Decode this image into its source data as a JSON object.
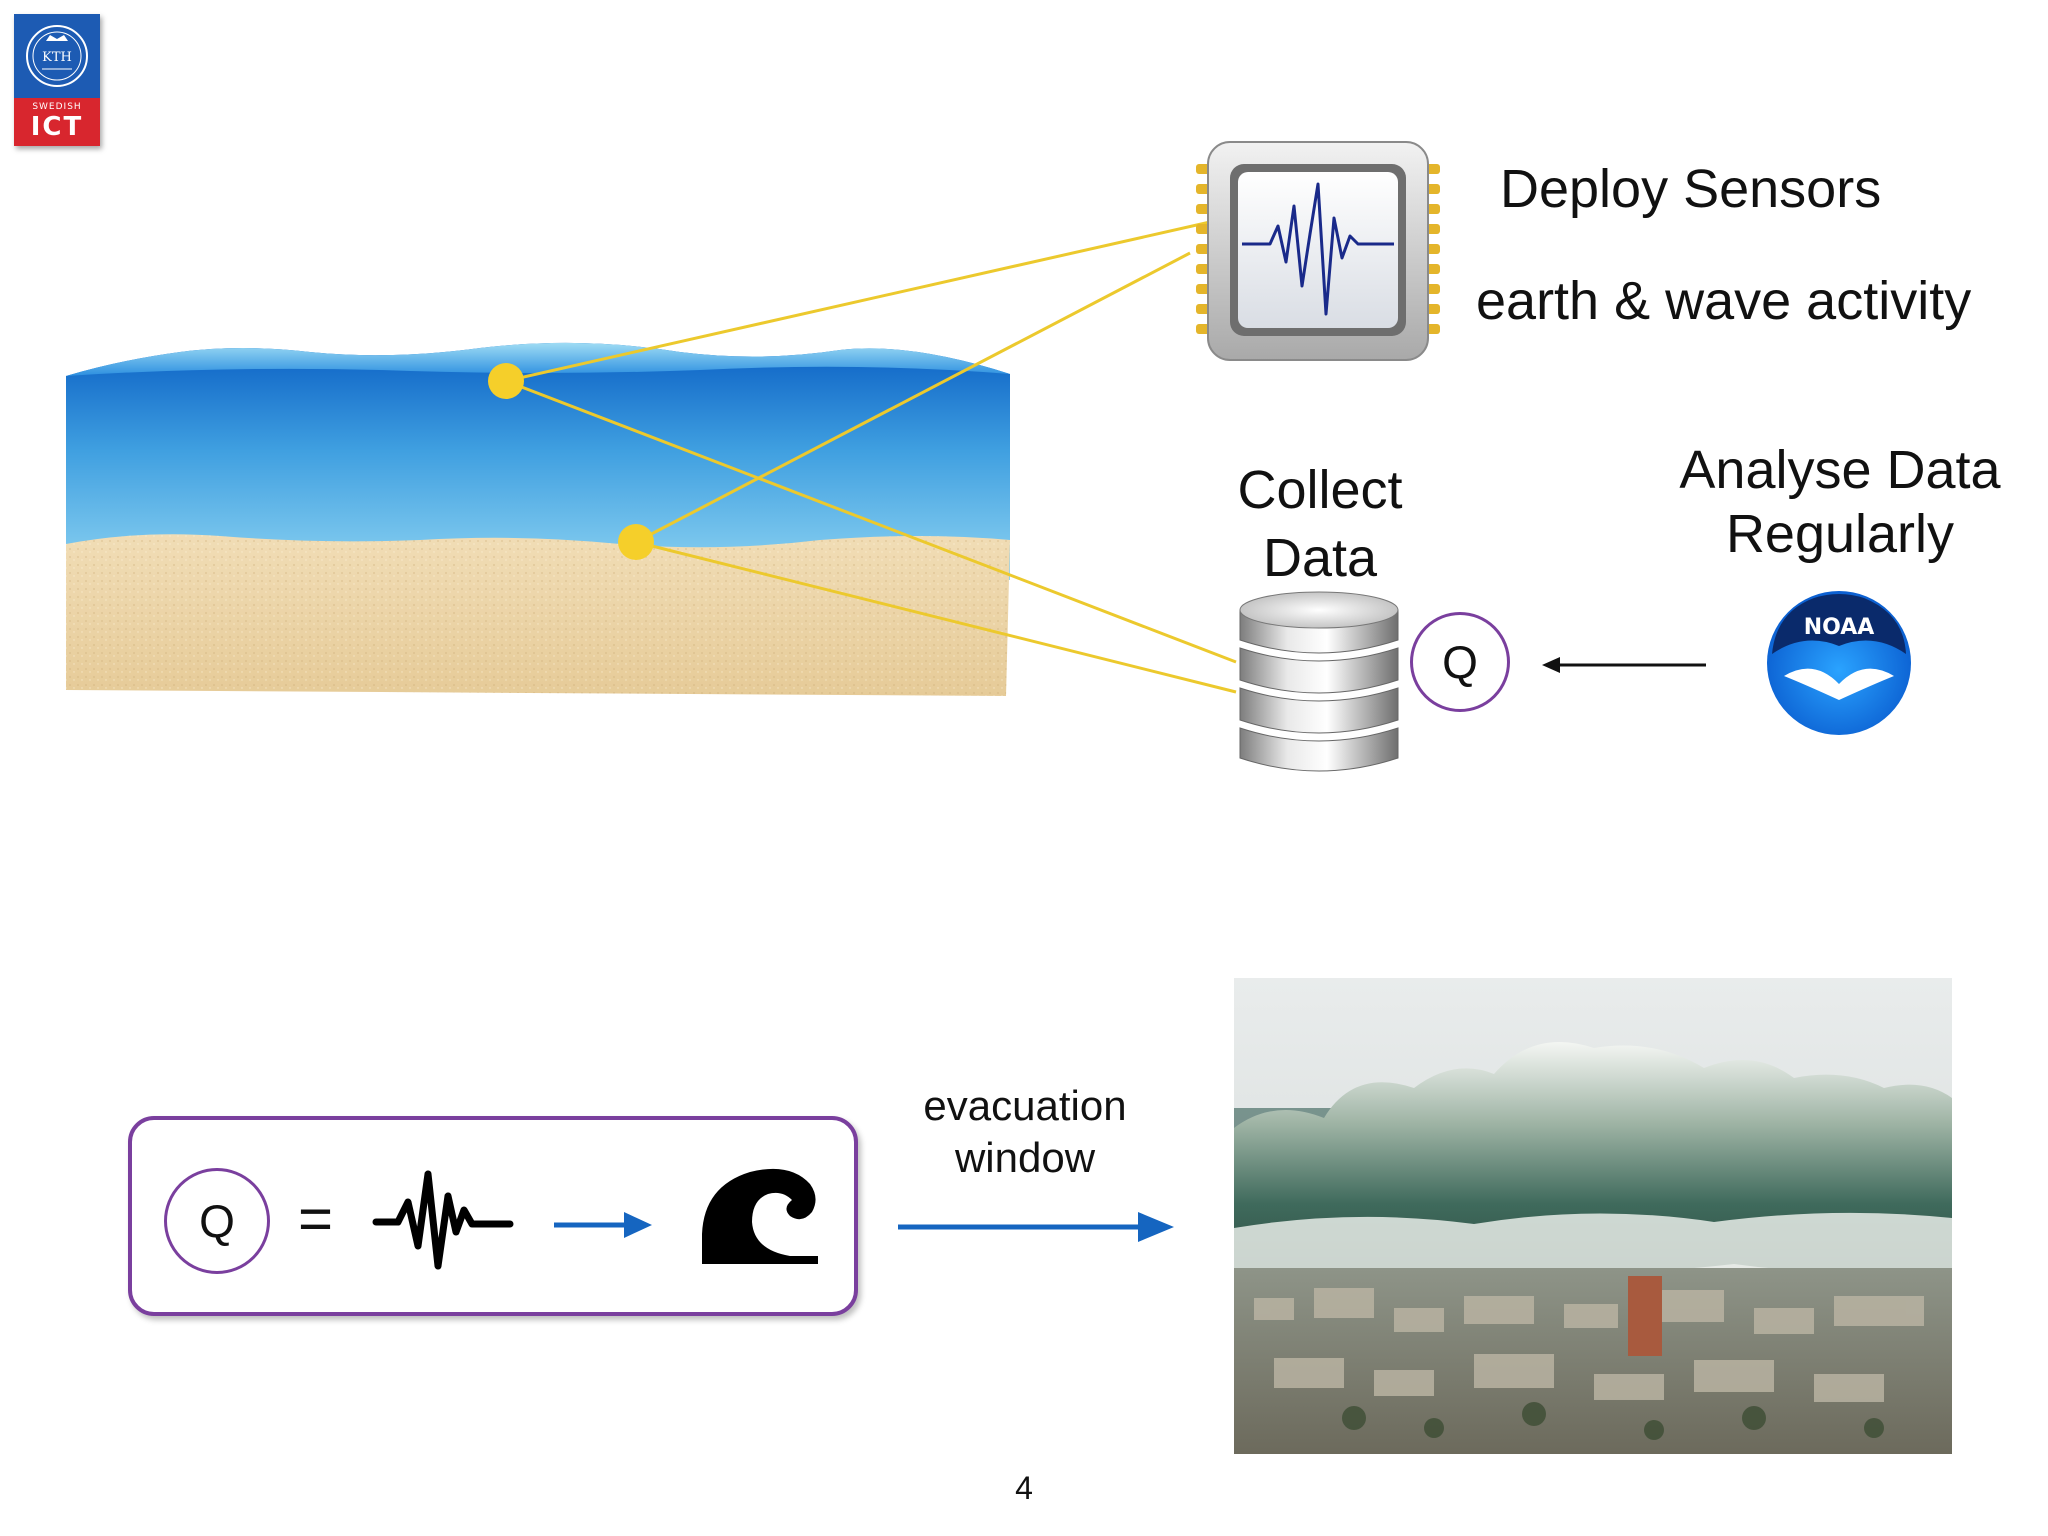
{
  "logo": {
    "top_text": "KTH",
    "bottom_small": "SWEDISH",
    "bottom_big": "ICT"
  },
  "labels": {
    "deploy": "Deploy Sensors",
    "activity": "earth & wave activity",
    "collect_line1": "Collect",
    "collect_line2": "Data",
    "analyse_line1": "Analyse Data",
    "analyse_line2": "Regularly",
    "query_symbol": "Q",
    "formula_query": "Q",
    "equals": "=",
    "evacuation_line1": "evacuation",
    "evacuation_line2": "window",
    "page_number": "4",
    "noaa": "NOAA"
  },
  "colors": {
    "sensor_dot": "#f5cf2a",
    "connector_line": "#ecc92d",
    "query_border": "#7a3f9e",
    "flow_arrow": "#1565c0",
    "water_top": "#0a63c8",
    "water_bottom": "#86d0f0",
    "sand": "#ead3a8"
  },
  "icons": {
    "sensor_chip": "seismograph-chip-icon",
    "database": "database-icon",
    "noaa": "noaa-logo-icon",
    "seismic": "seismic-wave-icon",
    "tsunami": "tsunami-wave-icon",
    "photo": "tsunami-city-photo"
  }
}
